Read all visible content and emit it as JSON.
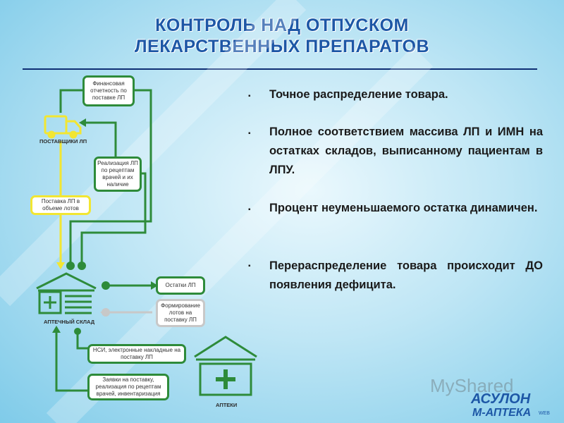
{
  "title": {
    "line1": "КОНТРОЛЬ НАД ОТПУСКОМ",
    "line2": "ЛЕКАРСТВЕННЫХ ПРЕПАРАТОВ"
  },
  "bullets": [
    {
      "text": "Точное распределение товара."
    },
    {
      "text": "Полное соответствием массива ЛП и ИМН на остатках складов, выписанному пациентам в ЛПУ."
    },
    {
      "text": "Процент неуменьшаемого остатка динамичен."
    },
    {
      "text": "Перераспределение товара происходит ДО появления дефицита."
    }
  ],
  "diagram": {
    "box_finance": "Финансовая отчетность по поставке ЛП",
    "box_realization": "Реализация ЛП по рецептам врачей и их наличие",
    "box_supply": "Поставка ЛП в объеме лотов",
    "box_stock": "Остатки ЛП",
    "box_lots": "Формирование лотов на поставку ЛП",
    "box_nsi": "НСИ, электронные накладные на поставку ЛП",
    "box_requests": "Заявки на поставку, реализация по рецептам врачей, инвентаризация",
    "label_suppliers": "ПОСТАВЩИКИ ЛП",
    "label_warehouse": "АПТЕЧНЫЙ СКЛАД",
    "label_pharmacies": "АПТЕКИ"
  },
  "watermark": "MyShared",
  "logo": {
    "line1": "АСУЛОН",
    "line2": "М-АПТЕКА",
    "suffix": "WEB"
  },
  "colors": {
    "title": "#1d57a6",
    "green": "#2e8b3a",
    "yellow": "#f2e632",
    "rule": "#0f2f74"
  }
}
